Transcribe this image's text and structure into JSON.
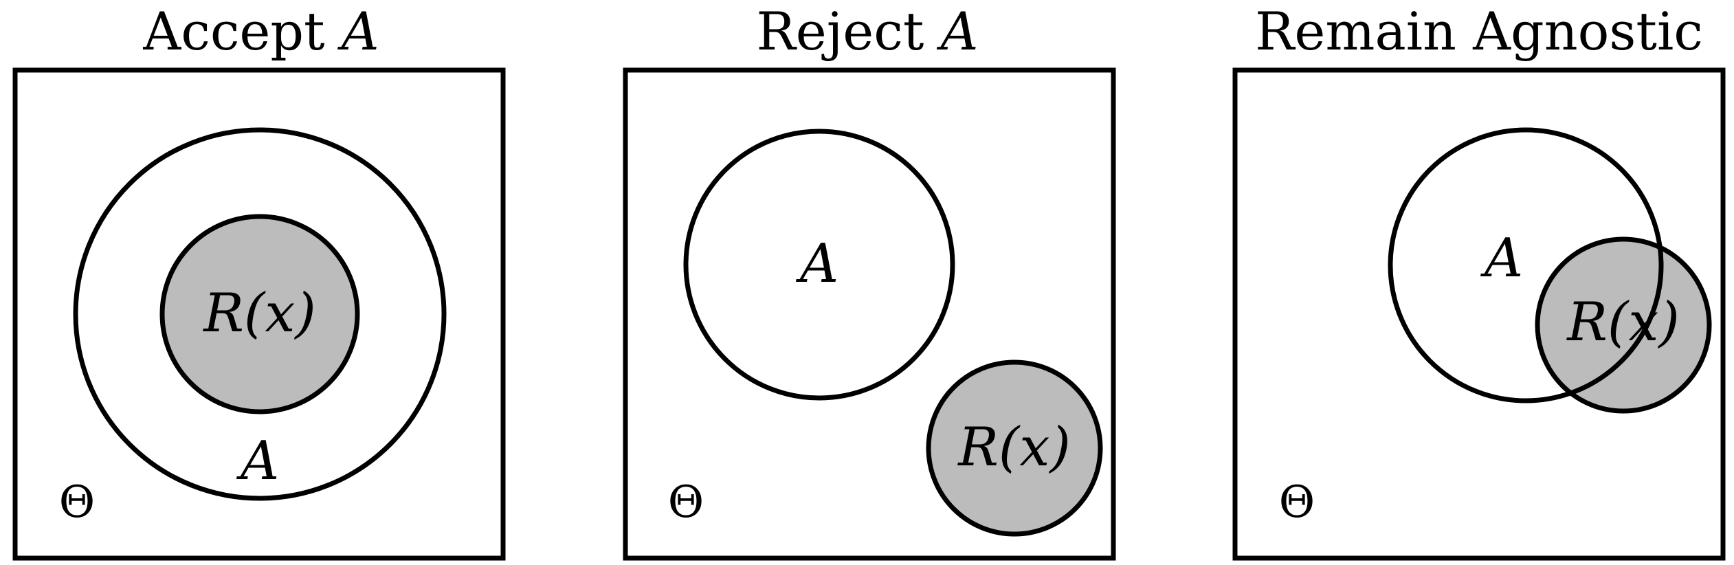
{
  "colors": {
    "stroke": "#000000",
    "shaded_region": "#bcbcbc",
    "background": "#ffffff"
  },
  "panels": [
    {
      "title": "Accept ",
      "title_var": "A",
      "set_label": "A",
      "region_label": "R(x)",
      "space_label": "Θ",
      "relation": "R(x) is contained in A"
    },
    {
      "title": "Reject ",
      "title_var": "A",
      "set_label": "A",
      "region_label": "R(x)",
      "space_label": "Θ",
      "relation": "R(x) is disjoint from A"
    },
    {
      "title": "Remain Agnostic",
      "title_var": "",
      "set_label": "A",
      "region_label": "R(x)",
      "space_label": "Θ",
      "relation": "R(x) partially overlaps A"
    }
  ]
}
